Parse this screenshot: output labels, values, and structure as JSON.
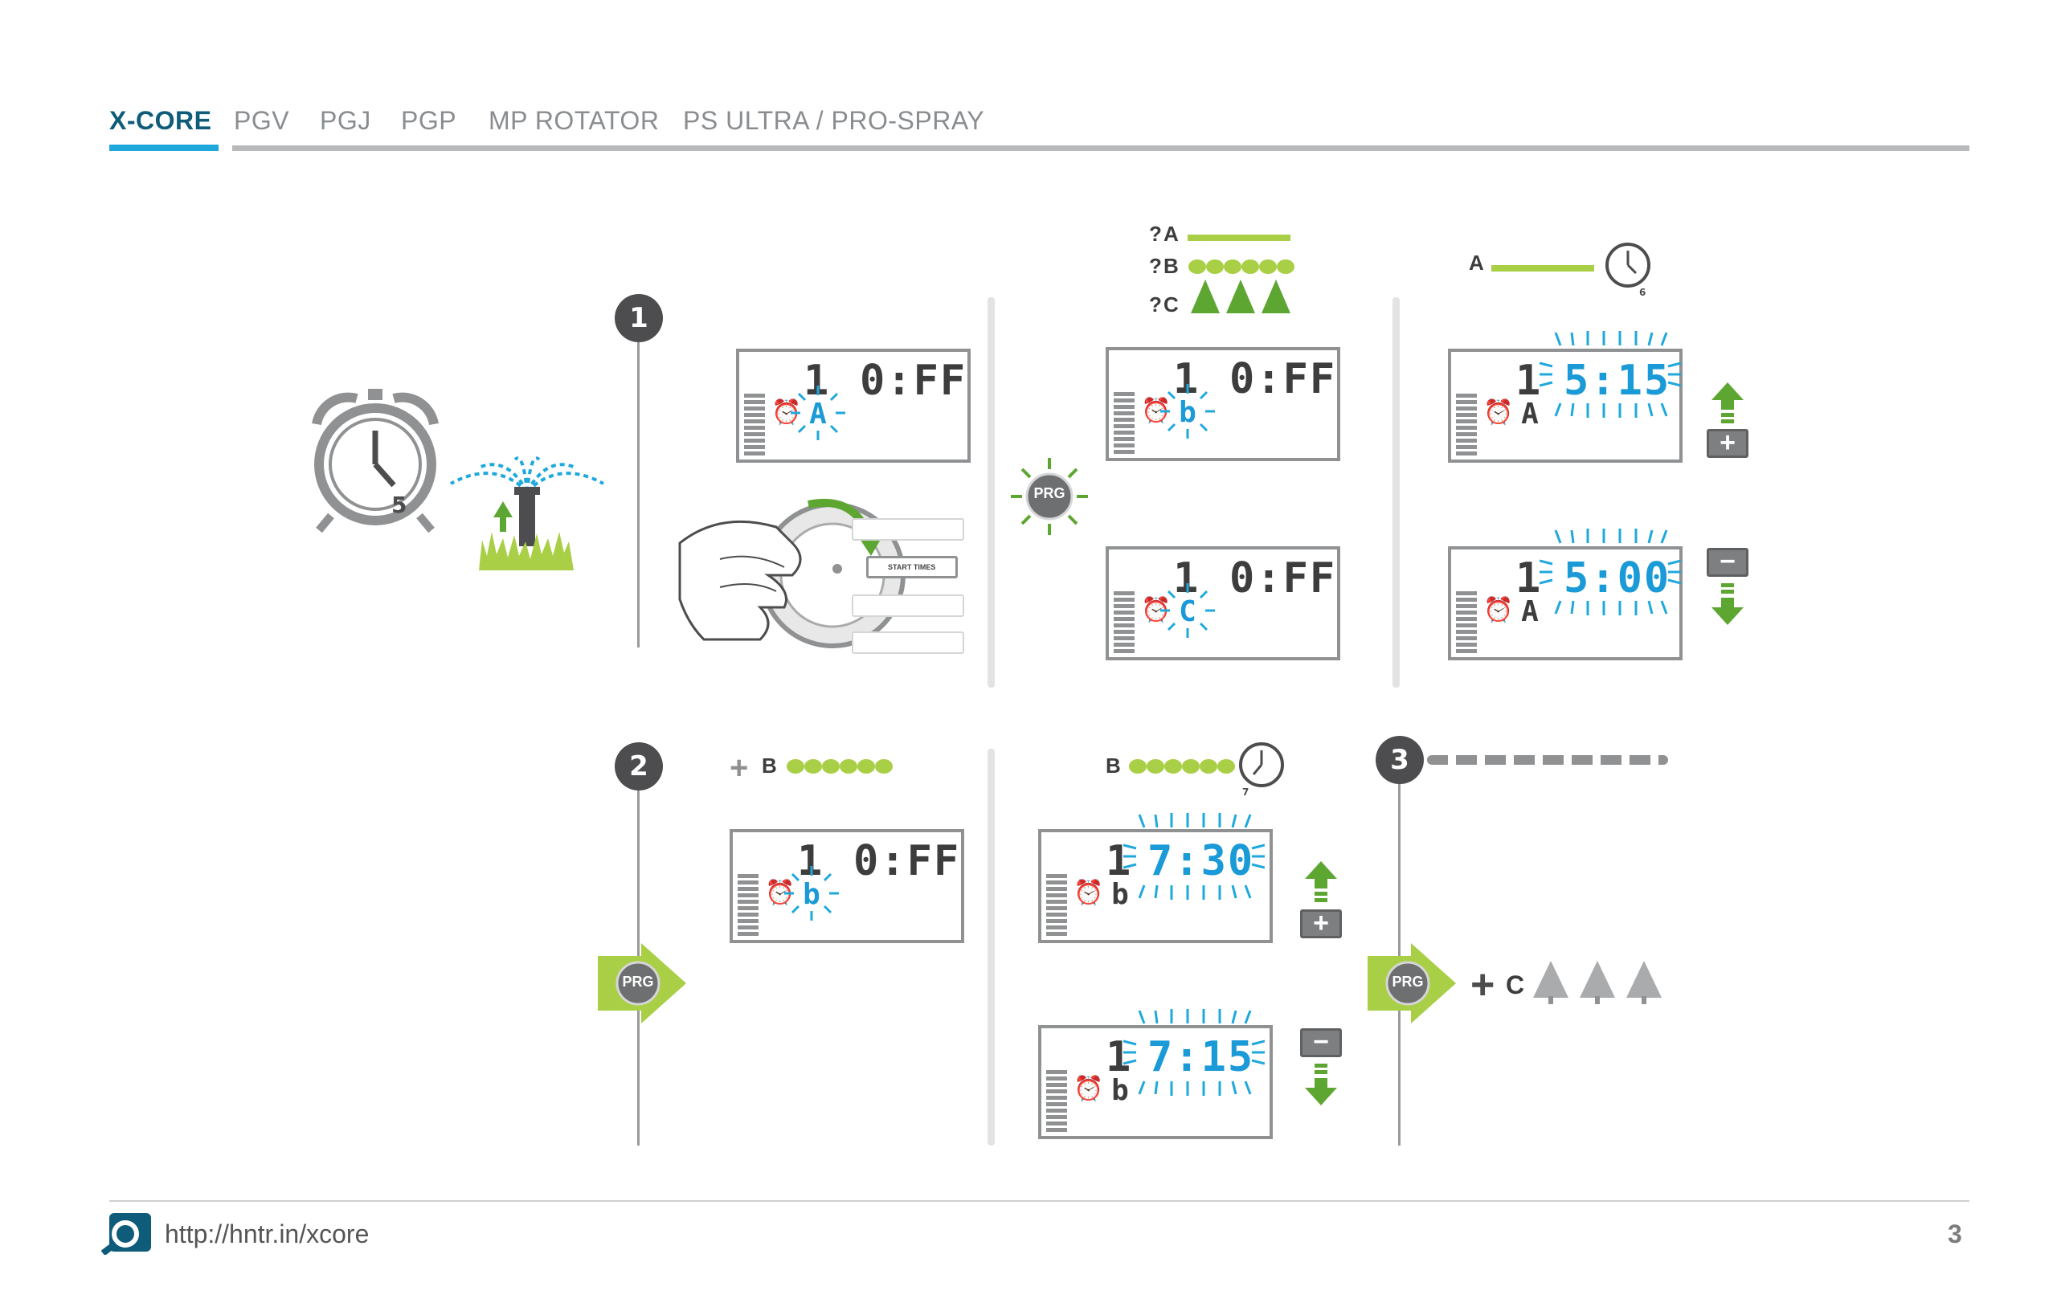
{
  "tabs": [
    {
      "label": "X-CORE",
      "active": true
    },
    {
      "label": "PGV",
      "active": false
    },
    {
      "label": "PGJ",
      "active": false
    },
    {
      "label": "PGP",
      "active": false
    },
    {
      "label": "MP ROTATOR",
      "active": false
    },
    {
      "label": "PS ULTRA / PRO-SPRAY",
      "active": false
    }
  ],
  "colors": {
    "accent": "#1fa8dc",
    "brand": "#0e5c7a",
    "green": "#5ea632",
    "lime": "#a8cf45",
    "lcd_blink": "#1a9ad6"
  },
  "steps": [
    "1",
    "2",
    "3"
  ],
  "alarm_clock_number": "5",
  "dial_label": "START TIMES",
  "prg_label": "PRG",
  "legend": [
    {
      "prefix": "?",
      "letter": "A"
    },
    {
      "prefix": "?",
      "letter": "B"
    },
    {
      "prefix": "?",
      "letter": "C"
    }
  ],
  "label_A": "A",
  "label_B": "B",
  "label_plus_B": "B",
  "label_plus_C": "C",
  "clock_small_A": "6",
  "clock_small_B": "7",
  "lcds": [
    {
      "id": "s1",
      "zone": "1",
      "time": "0:FF",
      "prog": "A"
    },
    {
      "id": "s1b",
      "zone": "1",
      "time": "0:FF",
      "prog": "b"
    },
    {
      "id": "s1c",
      "zone": "1",
      "time": "0:FF",
      "prog": "C"
    },
    {
      "id": "a1",
      "zone": "1",
      "time": "5:15",
      "prog": "A"
    },
    {
      "id": "a2",
      "zone": "1",
      "time": "5:00",
      "prog": "A"
    },
    {
      "id": "b0",
      "zone": "1",
      "time": "0:FF",
      "prog": "b"
    },
    {
      "id": "b1",
      "zone": "1",
      "time": "7:30",
      "prog": "b"
    },
    {
      "id": "b2",
      "zone": "1",
      "time": "7:15",
      "prog": "b"
    }
  ],
  "plus_sign": "+",
  "minus_sign": "−",
  "footer": {
    "url": "http://hntr.in/xcore",
    "page": "3"
  }
}
